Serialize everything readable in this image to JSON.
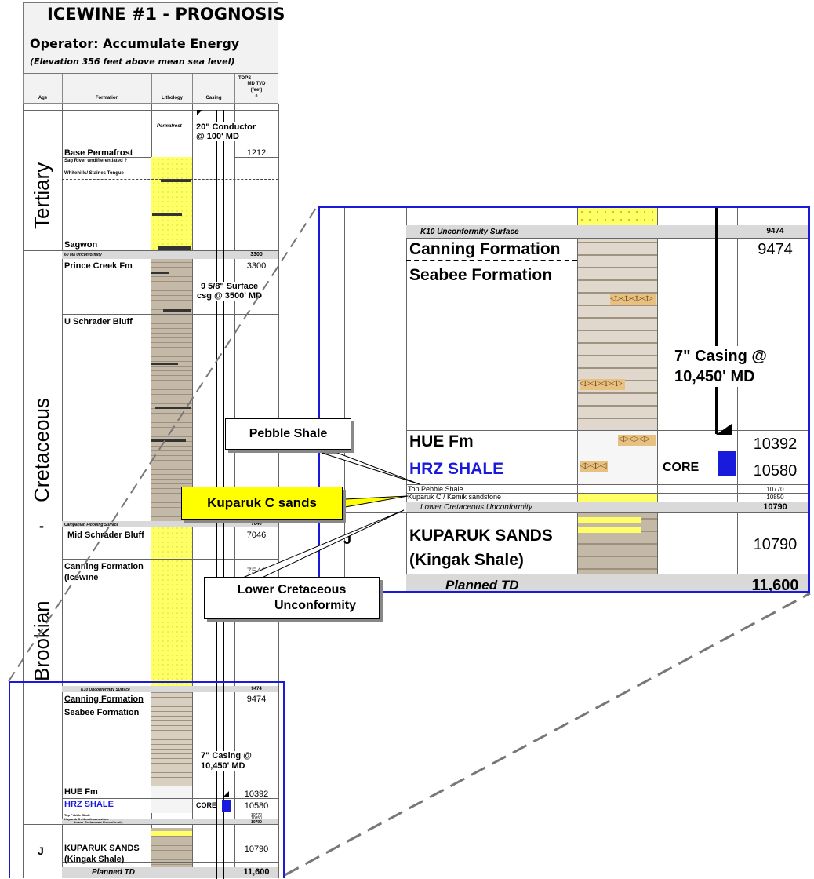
{
  "header": {
    "title": "ICEWINE #1 - PROGNOSIS",
    "operator": "Operator: Accumulate Energy",
    "elevation": "(Elevation 356 feet above mean sea level)"
  },
  "columns": {
    "age": "Age",
    "formation": "Formation",
    "lithology": "Lithology",
    "casing": "Casing",
    "tops": "TOPS",
    "md_tvd": "MD TVD",
    "feet": "(feet)",
    "zero": "0"
  },
  "ages": {
    "tertiary": "Tertiary",
    "cretaceous": "Cretaceous",
    "dash": "-",
    "brookian": "Brookian",
    "j": "J"
  },
  "formations": {
    "base_permafrost": "Base Permafrost",
    "sag_river": "Sag River undifferentiated ?",
    "whitehills": "Whitehills/ Staines Tongue",
    "sagwon": "Sagwon",
    "ma60": "60 Ma Unconformity",
    "prince_creek": "Prince Creek Fm",
    "u_schrader": "U Schrader Bluff",
    "campanian": "Campanian Flooding Surface",
    "mid_schrader": "Mid Schrader Bluff",
    "canning_icewine": "Canning Formation",
    "icewine": "(Icewine",
    "k10": "K10 Unconformity Surface",
    "canning": "Canning Formation",
    "seabee": "Seabee Formation",
    "hue": "HUE Fm",
    "hrz": "HRZ SHALE",
    "top_pebble": "Top Pebble Shale",
    "kuparuk_c": "Kuparuk C / Kemik sandstone",
    "lcu": "Lower Cretaceous Unconformity",
    "kuparuk_sands": "KUPARUK SANDS",
    "kingak": "(Kingak Shale)",
    "planned_td": "Planned TD"
  },
  "lithology_labels": {
    "permafrost": "Permafrost"
  },
  "casing": {
    "conductor_1": "20\" Conductor",
    "conductor_2": "@ 100' MD",
    "surface_1": "9 5/8\" Surface",
    "surface_2": "csg @ 3500' MD",
    "prod_1": "7\" Casing @",
    "prod_2": "10,450' MD",
    "core": "CORE"
  },
  "tops": {
    "base_permafrost": "1212",
    "ma60": "3300",
    "prince_creek": "3300",
    "campanian": "7046",
    "mid_schrader": "7046",
    "canning_icewine": "7546",
    "k10": "9474",
    "canning": "9474",
    "hue": "10392",
    "hrz": "10580",
    "top_pebble": "10770",
    "kuparuk_c": "10850",
    "lcu": "10790",
    "kuparuk_sands": "10790",
    "planned_td": "11,600"
  },
  "callouts": {
    "pebble_shale": "Pebble Shale",
    "kuparuk_c_sands": "Kuparuk C sands",
    "lcu_1": "Lower Cretaceous",
    "lcu_2": "Unconformity"
  },
  "colors": {
    "sand": "#ffff66",
    "shale": "#c4b8a6",
    "zoom_border": "#1a1adc",
    "hrz_text": "#1a1adc",
    "callout_highlight": "#ffff00"
  }
}
